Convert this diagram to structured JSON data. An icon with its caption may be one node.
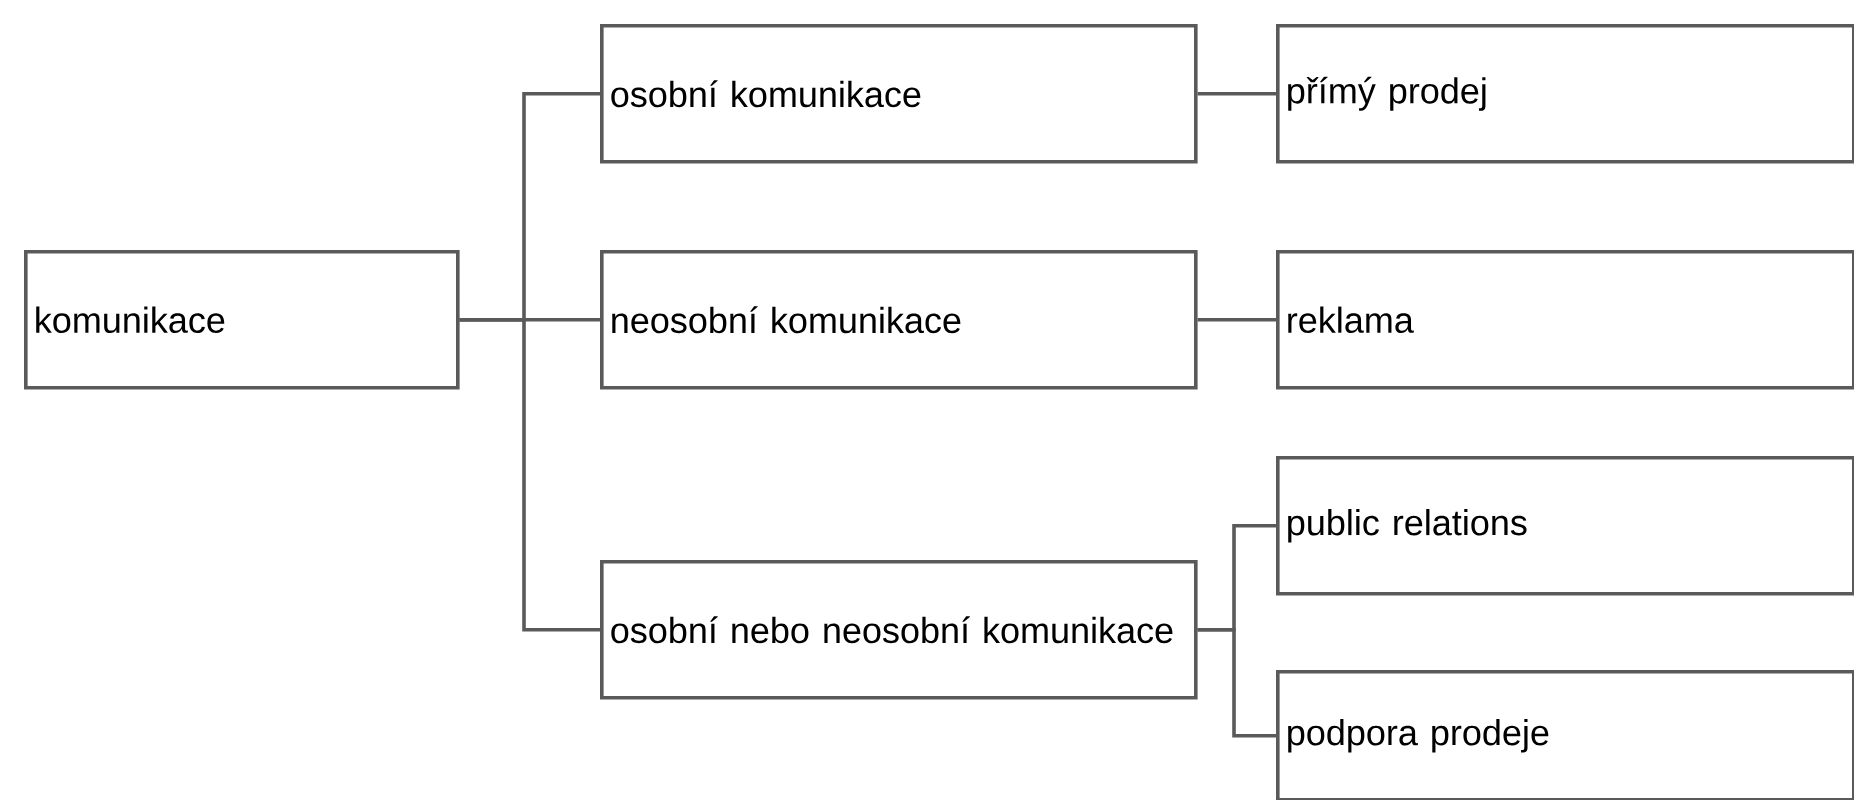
{
  "diagram": {
    "nodes": [
      {
        "text": [
          "komunikace"
        ]
      },
      {
        "text": [
          "osobní komunikace"
        ]
      },
      {
        "text": [
          "neosobní komunikace"
        ]
      },
      {
        "text": [
          "osobní nebo neosobní komunikace"
        ]
      },
      {
        "text": [
          "přímý prodej"
        ]
      },
      {
        "text": [
          "reklama"
        ]
      },
      {
        "text": [
          "public relations"
        ]
      },
      {
        "text": [
          "podpora prodeje"
        ]
      }
    ],
    "edges": [
      {
        "from": 0,
        "to": 1,
        "arrow": "none"
      },
      {
        "from": 0,
        "to": 2,
        "arrow": "none"
      },
      {
        "from": 0,
        "to": 3,
        "arrow": "none"
      },
      {
        "from": 1,
        "to": 4,
        "arrow": "none"
      },
      {
        "from": 2,
        "to": 5,
        "arrow": "none"
      },
      {
        "from": 3,
        "to": 6,
        "arrow": "none"
      },
      {
        "from": 3,
        "to": 7,
        "arrow": "none"
      }
    ]
  }
}
